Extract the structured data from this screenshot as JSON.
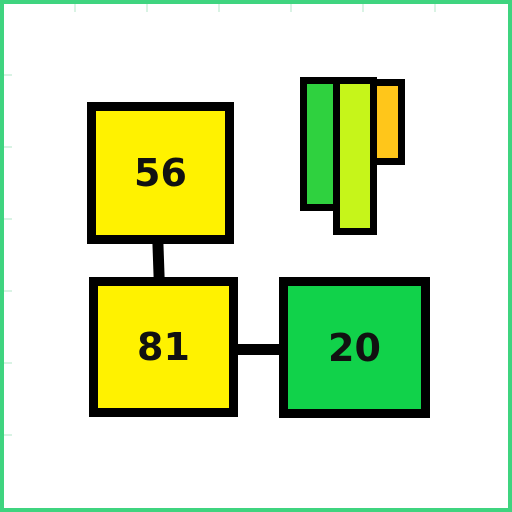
{
  "colors": {
    "frame": "#3fd47f",
    "yellow": "#fff200",
    "green": "#11d24a",
    "bar_green": "#2fd13f",
    "bar_lime": "#c6f51a",
    "bar_orange": "#ffc61a"
  },
  "tiles": [
    {
      "label": "56",
      "color": "#fff200"
    },
    {
      "label": "81",
      "color": "#fff200"
    },
    {
      "label": "20",
      "color": "#11d24a"
    }
  ],
  "bars": [
    {
      "color": "#2fd13f"
    },
    {
      "color": "#c6f51a"
    },
    {
      "color": "#ffc61a"
    }
  ]
}
